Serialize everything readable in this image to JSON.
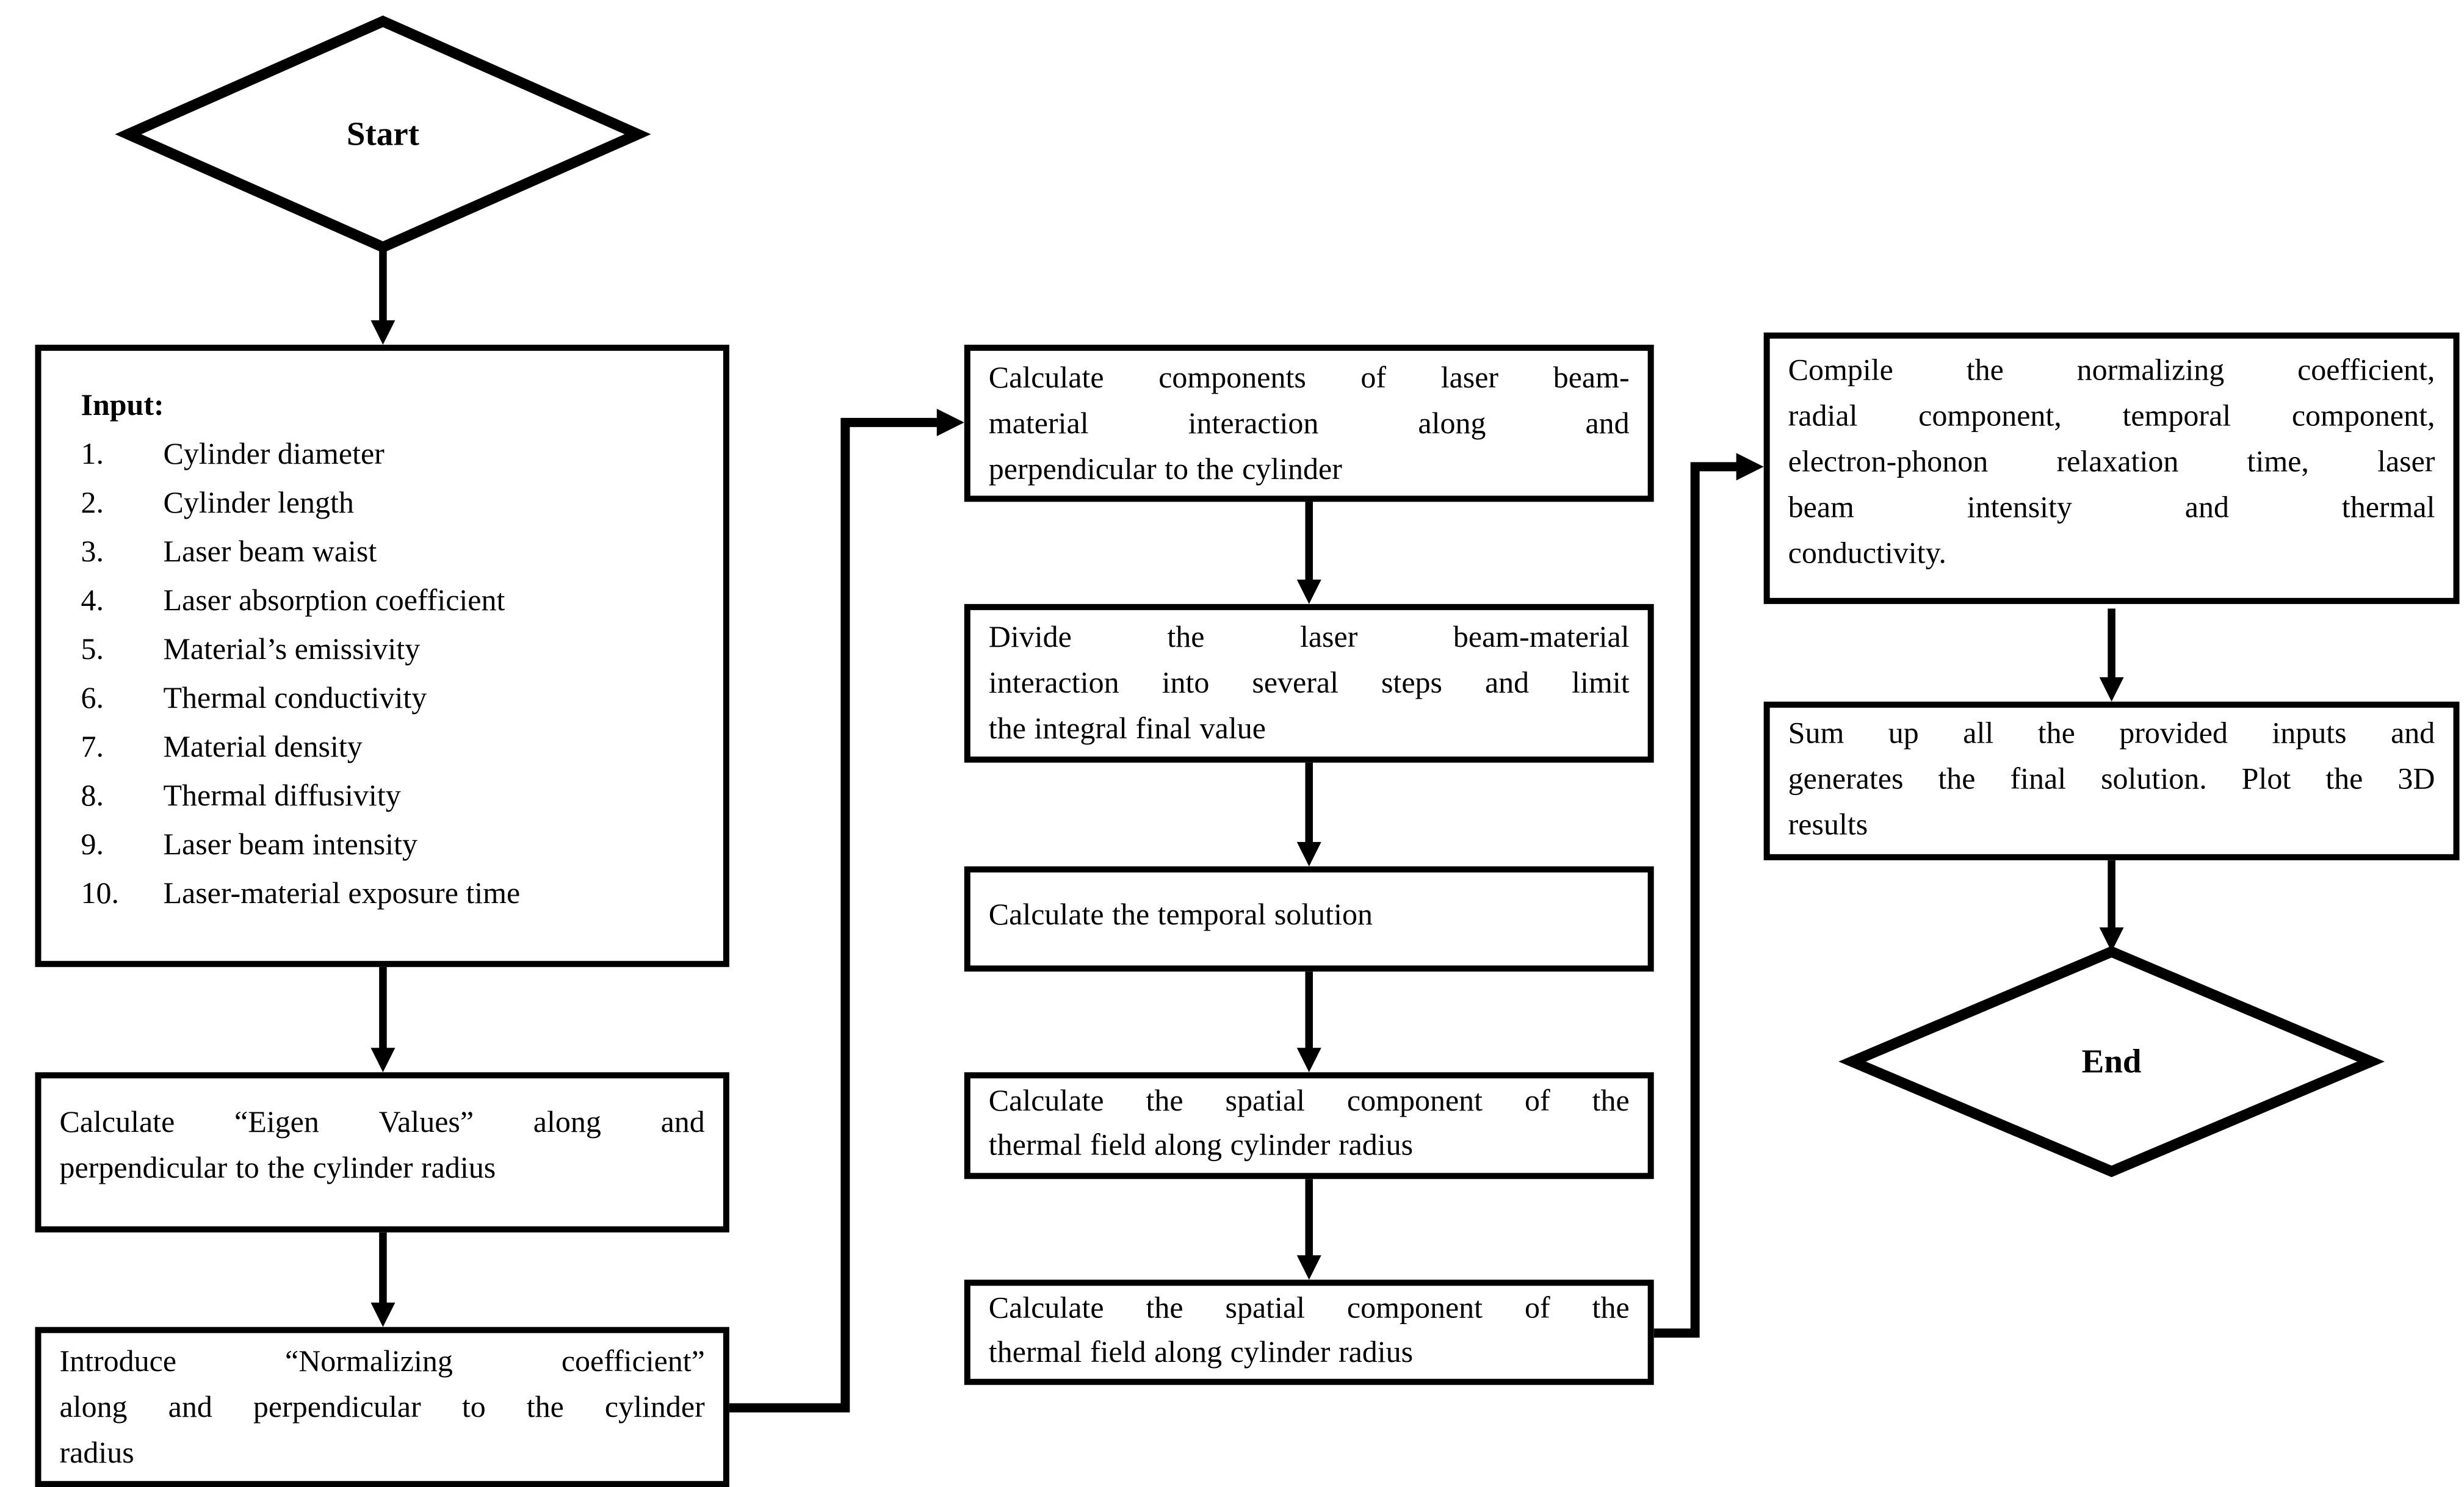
{
  "flow": {
    "colors": {
      "line": "#000000",
      "fill": "#ffffff"
    },
    "start": {
      "label": "Start"
    },
    "end": {
      "label": "End"
    },
    "input": {
      "title": "Input:",
      "items": [
        {
          "num": "1.",
          "text": "Cylinder diameter"
        },
        {
          "num": "2.",
          "text": "Cylinder length"
        },
        {
          "num": "3.",
          "text": "Laser beam waist"
        },
        {
          "num": "4.",
          "text": "Laser absorption coefficient"
        },
        {
          "num": "5.",
          "text": "Material’s emissivity"
        },
        {
          "num": "6.",
          "text": "Thermal conductivity"
        },
        {
          "num": "7.",
          "text": "Material density"
        },
        {
          "num": "8.",
          "text": "Thermal diffusivity"
        },
        {
          "num": "9.",
          "text": "Laser beam intensity"
        },
        {
          "num": "10.",
          "text": "Laser-material exposure time"
        }
      ]
    },
    "boxes": {
      "eigen": {
        "lines": [
          {
            "j": true,
            "words": [
              "Calculate",
              "“Eigen",
              "Values”",
              "along",
              "and"
            ]
          },
          {
            "j": false,
            "words": [
              "perpendicular",
              "to",
              "the",
              "cylinder",
              "radius"
            ]
          }
        ]
      },
      "normalizing": {
        "lines": [
          {
            "j": true,
            "words": [
              "Introduce",
              "“Normalizing",
              "coefficient”"
            ]
          },
          {
            "j": true,
            "words": [
              "along",
              "and",
              "perpendicular",
              "to",
              "the",
              "cylinder"
            ]
          },
          {
            "j": false,
            "words": [
              "radius"
            ]
          }
        ]
      },
      "m1": {
        "lines": [
          {
            "j": true,
            "words": [
              "Calculate",
              "components",
              "of",
              "laser",
              "beam-"
            ]
          },
          {
            "j": true,
            "words": [
              "material",
              "interaction",
              "along",
              "and"
            ]
          },
          {
            "j": false,
            "words": [
              "perpendicular",
              "to",
              "the",
              "cylinder"
            ]
          }
        ]
      },
      "m2": {
        "lines": [
          {
            "j": true,
            "words": [
              "Divide",
              "the",
              "laser",
              "beam-material"
            ]
          },
          {
            "j": true,
            "words": [
              "interaction",
              "into",
              "several",
              "steps",
              "and",
              "limit"
            ]
          },
          {
            "j": false,
            "words": [
              "the",
              "integral",
              "final",
              "value"
            ]
          }
        ]
      },
      "m3": {
        "lines": [
          {
            "j": false,
            "words": [
              "Calculate",
              "the",
              "temporal",
              "solution"
            ]
          }
        ]
      },
      "m4": {
        "lines": [
          {
            "j": true,
            "words": [
              "Calculate",
              "the",
              "spatial",
              "component",
              "of",
              "the"
            ]
          },
          {
            "j": false,
            "words": [
              "thermal",
              "field",
              "along",
              "cylinder",
              "radius"
            ]
          }
        ]
      },
      "m5": {
        "lines": [
          {
            "j": true,
            "words": [
              "Calculate",
              "the",
              "spatial",
              "component",
              "of",
              "the"
            ]
          },
          {
            "j": false,
            "words": [
              "thermal",
              "field",
              "along",
              "cylinder",
              "radius"
            ]
          }
        ]
      },
      "r1": {
        "lines": [
          {
            "j": true,
            "words": [
              "Compile",
              "the",
              "normalizing",
              "coefficient,"
            ]
          },
          {
            "j": true,
            "words": [
              "radial",
              "component,",
              "temporal",
              "component,"
            ]
          },
          {
            "j": true,
            "words": [
              "electron-phonon",
              "relaxation",
              "time,",
              "laser"
            ]
          },
          {
            "j": true,
            "words": [
              "beam",
              "intensity",
              "and",
              "thermal"
            ]
          },
          {
            "j": false,
            "words": [
              "conductivity."
            ]
          }
        ]
      },
      "r2": {
        "lines": [
          {
            "j": true,
            "words": [
              "Sum",
              "up",
              "all",
              "the",
              "provided",
              "inputs",
              "and"
            ]
          },
          {
            "j": true,
            "words": [
              "generates",
              "the",
              "final",
              "solution.",
              "Plot",
              "the",
              "3D"
            ]
          },
          {
            "j": false,
            "words": [
              "results"
            ]
          }
        ]
      }
    }
  }
}
